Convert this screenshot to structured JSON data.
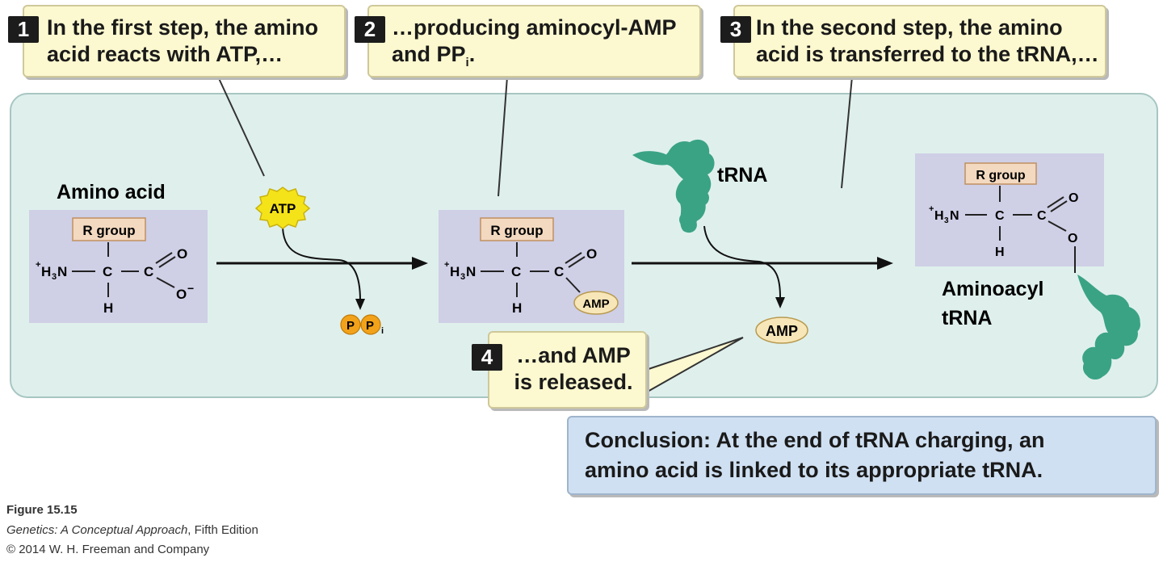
{
  "steps": [
    {
      "num": "1",
      "line1": "In the first step, the amino",
      "line2": "acid reacts with ATP,…"
    },
    {
      "num": "2",
      "line1": "…producing aminocyl-AMP",
      "line2_pre": "and PP",
      "line2_sub": "i",
      "line2_post": "."
    },
    {
      "num": "3",
      "line1": "In the second step, the amino",
      "line2": "acid is transferred to the tRNA,…"
    },
    {
      "num": "4",
      "line1": "…and AMP",
      "line2": "is released."
    }
  ],
  "labels": {
    "amino_acid": "Amino acid",
    "atp": "ATP",
    "trna": "tRNA",
    "amp": "AMP",
    "p": "P",
    "pi": "P",
    "pi_sub": "i",
    "aminoacyl_line1": "Aminoacyl",
    "aminoacyl_line2": "tRNA",
    "r_group": "R group",
    "h3n_plus": "+",
    "h3n_h": "H",
    "h3n_3": "3",
    "h3n_n": "N",
    "c": "C",
    "h": "H",
    "o": "O",
    "o_minus": "O",
    "minus": "−"
  },
  "conclusion": {
    "line1": "Conclusion: At the end of tRNA charging, an",
    "line2": "amino acid is linked to its appropriate tRNA."
  },
  "caption": {
    "figure": "Figure 15.15",
    "book_italic": "Genetics: A Conceptual Approach",
    "book_rest": ", Fifth Edition",
    "copyright": "© 2014 W. H. Freeman and Company"
  },
  "colors": {
    "panel": "#dff0ec",
    "callout": "#fcf8cf",
    "molecule_box": "#cfcfe6",
    "r_group_box": "#f3d9c0",
    "trna": "#3aa384",
    "atp": "#f5e31a",
    "pyrophosphate": "#f2a21a",
    "amp": "#f7e6b8",
    "conclusion": "#cfe0f2"
  }
}
